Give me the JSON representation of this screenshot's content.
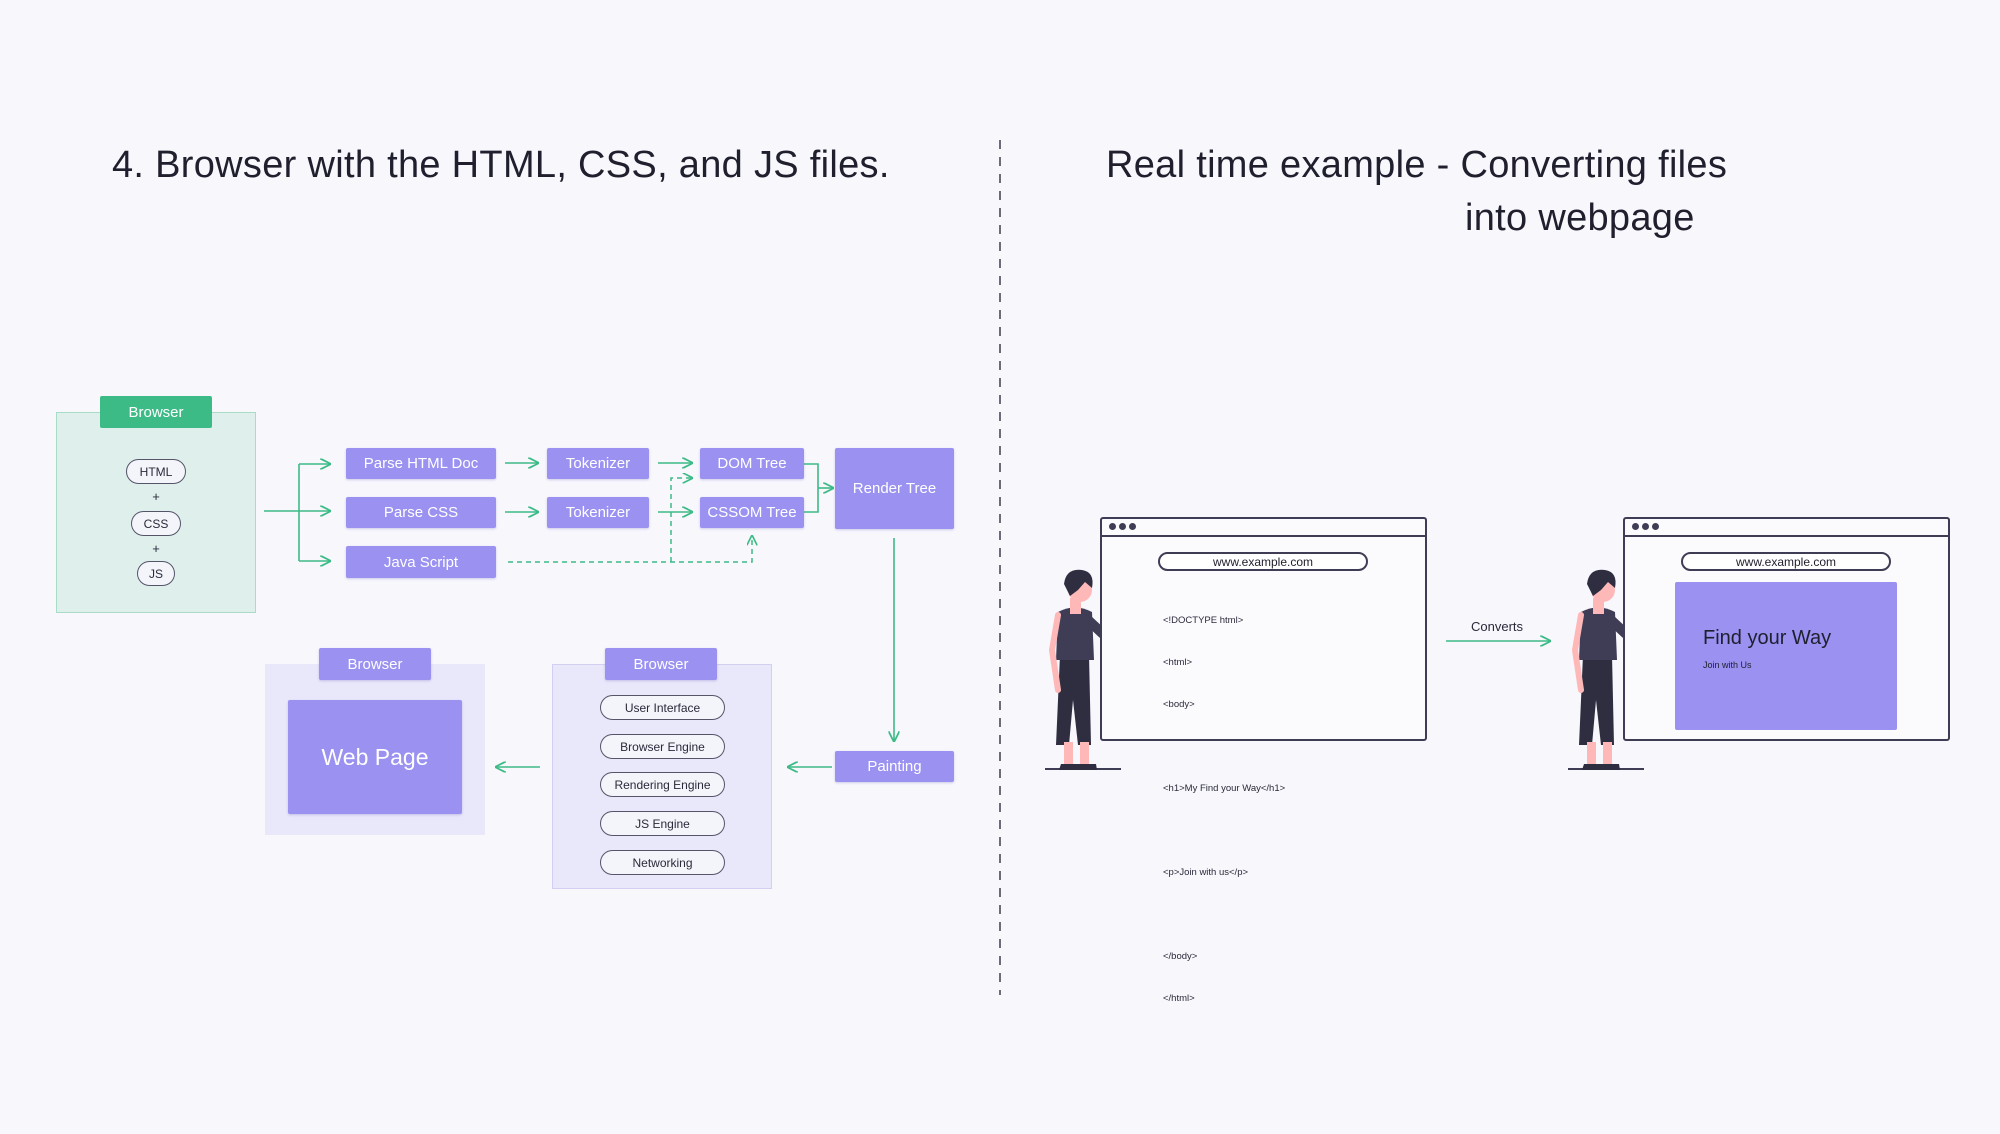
{
  "left_title": "4. Browser with the HTML, CSS, and JS files.",
  "right_title_line1": "Real time example - Converting files",
  "right_title_line2": "into webpage",
  "browser_input": {
    "tag": "Browser",
    "files": [
      "HTML",
      "CSS",
      "JS"
    ],
    "plus": "+"
  },
  "pipeline": {
    "parse_html": "Parse HTML Doc",
    "parse_css": "Parse CSS",
    "javascript": "Java Script",
    "tokenizer_1": "Tokenizer",
    "tokenizer_2": "Tokenizer",
    "dom_tree": "DOM Tree",
    "cssom_tree": "CSSOM Tree",
    "render_tree": "Render Tree",
    "painting": "Painting"
  },
  "browser_components": {
    "tag": "Browser",
    "items": [
      "User Interface",
      "Browser Engine",
      "Rendering Engine",
      "JS Engine",
      "Networking"
    ]
  },
  "browser_output": {
    "tag": "Browser",
    "content": "Web Page"
  },
  "example": {
    "url_before": "www.example.com",
    "code_lines": [
      "<!DOCTYPE html>",
      "<html>",
      "<body>",
      "",
      "<h1>My Find your Way</h1>",
      "",
      "<p>Join with us</p>",
      "",
      "</body>",
      "</html>"
    ],
    "converts_label": "Converts",
    "url_after": "www.example.com",
    "page_heading": "Find your Way",
    "page_sub": "Join with Us"
  },
  "colors": {
    "accent_purple": "#9a91f1",
    "accent_green": "#3dbb86",
    "panel_green_bg": "#dff0ec",
    "panel_purple_bg": "#e9e7fa",
    "ink": "#3f3d56",
    "skin": "#ffb8b8"
  }
}
